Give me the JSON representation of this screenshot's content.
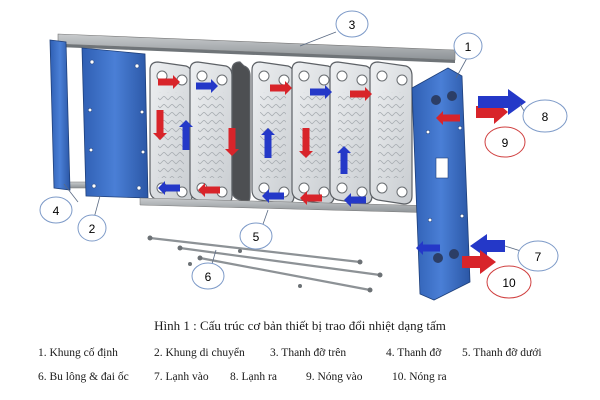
{
  "caption": "Hình 1 : Cấu trúc cơ bản thiết bị trao đổi nhiệt dạng tấm",
  "callouts": [
    {
      "number": "1",
      "style": "blue"
    },
    {
      "number": "2",
      "style": "blue"
    },
    {
      "number": "3",
      "style": "blue"
    },
    {
      "number": "4",
      "style": "blue"
    },
    {
      "number": "5",
      "style": "blue"
    },
    {
      "number": "6",
      "style": "blue"
    },
    {
      "number": "7",
      "style": "blue"
    },
    {
      "number": "8",
      "style": "blue"
    },
    {
      "number": "9",
      "style": "red"
    },
    {
      "number": "10",
      "style": "red"
    }
  ],
  "legend": [
    "1.   Khung cố định",
    "2. Khung di chuyển",
    "3. Thanh đỡ trên",
    "4. Thanh đỡ",
    "5. Thanh đỡ dưới",
    "6. Bu lông & đai ốc",
    "7. Lạnh vào",
    "8. Lạnh ra",
    "9. Nóng vào",
    "10. Nóng ra"
  ],
  "colors": {
    "frame_blue": "#3a6fc4",
    "cold_arrow": "#2438c8",
    "hot_arrow": "#d8242a",
    "callout_blue_border": "#7d9ac8",
    "callout_red_border": "#d04040",
    "plate_gray": "#d9dcdf"
  }
}
